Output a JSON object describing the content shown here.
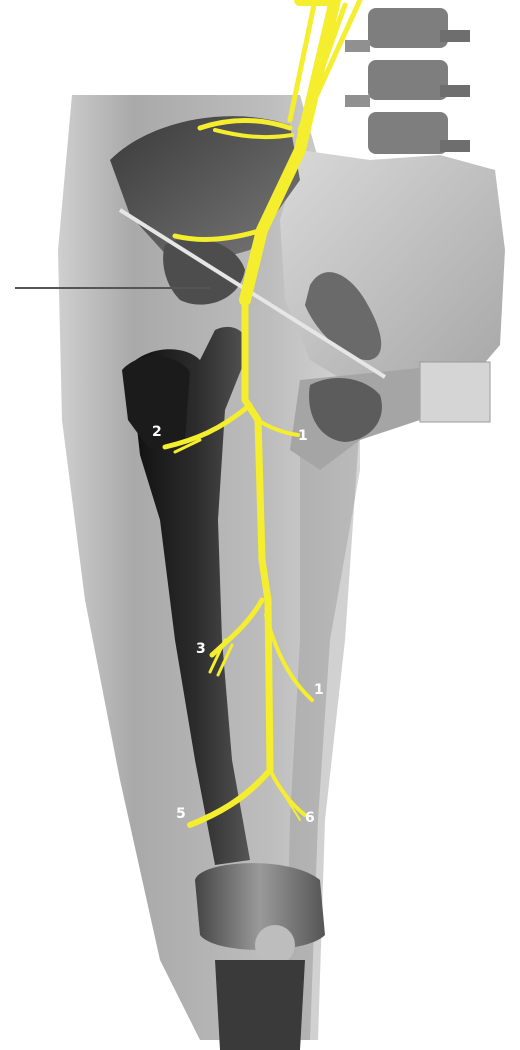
{
  "illustration": {
    "subject": "thigh-nerve-anatomy",
    "colors": {
      "background": "#ffffff",
      "skin_silhouette": "#b8b8b8",
      "skin_shadow": "#8e8e8e",
      "femur": "#3a3a3a",
      "femur_dark": "#1a1a1a",
      "pelvis": "#c8c8c8",
      "pelvis_shadow": "#9c9c9c",
      "vertebra": "#7e7e7e",
      "nerve": "#f4ee2e",
      "label": "#ffffff",
      "reference_line": "#555555"
    }
  },
  "labels": {
    "branch_1a": "1",
    "branch_2": "2",
    "branch_3": "3",
    "branch_1b": "1",
    "branch_5": "5",
    "branch_6": "6"
  }
}
